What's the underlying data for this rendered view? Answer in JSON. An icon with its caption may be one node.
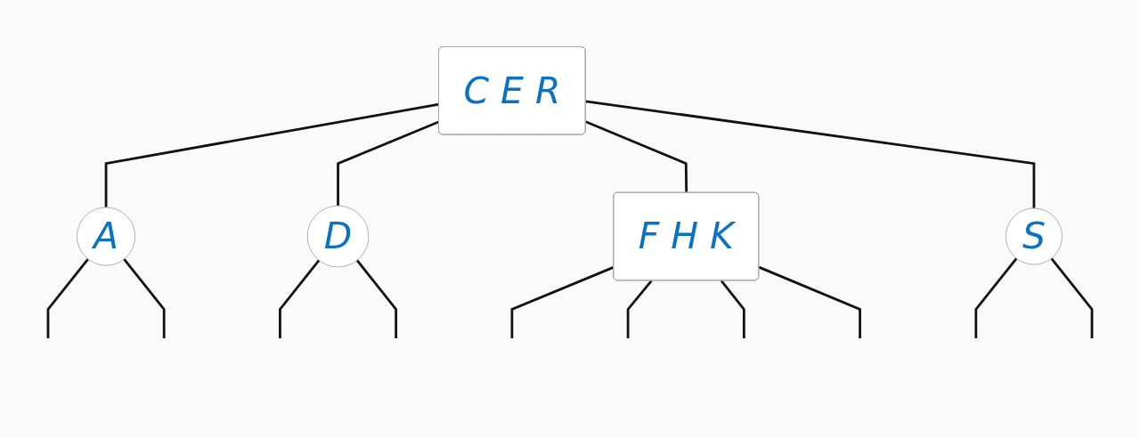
{
  "diagram": {
    "nodes": [
      {
        "text": [
          "C E R"
        ]
      },
      {
        "text": [
          "A"
        ]
      },
      {
        "text": [
          "D"
        ]
      },
      {
        "text": [
          "F H K"
        ]
      },
      {
        "text": [
          "S"
        ]
      }
    ],
    "edges": [
      {
        "from": 0,
        "to": 1,
        "arrow": "none"
      },
      {
        "from": 0,
        "to": 2,
        "arrow": "none"
      },
      {
        "from": 0,
        "to": 3,
        "arrow": "none"
      },
      {
        "from": 0,
        "to": 4,
        "arrow": "none"
      },
      {
        "from": 1,
        "to": null,
        "arrow": "none"
      },
      {
        "from": 1,
        "to": null,
        "arrow": "none"
      },
      {
        "from": 2,
        "to": null,
        "arrow": "none"
      },
      {
        "from": 2,
        "to": null,
        "arrow": "none"
      },
      {
        "from": 3,
        "to": null,
        "arrow": "none"
      },
      {
        "from": 3,
        "to": null,
        "arrow": "none"
      },
      {
        "from": 3,
        "to": null,
        "arrow": "none"
      },
      {
        "from": 3,
        "to": null,
        "arrow": "none"
      },
      {
        "from": 4,
        "to": null,
        "arrow": "none"
      },
      {
        "from": 4,
        "to": null,
        "arrow": "none"
      }
    ]
  }
}
